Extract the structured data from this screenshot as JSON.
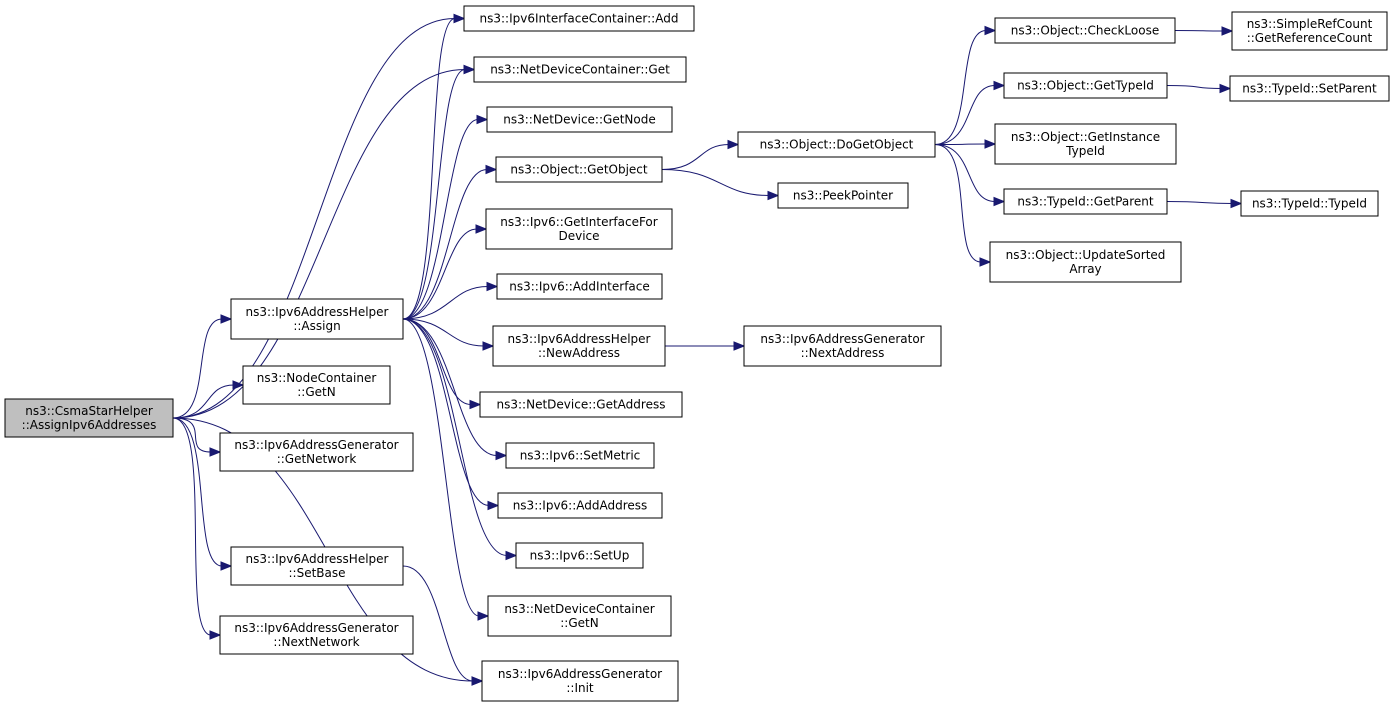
{
  "graph": {
    "colors": {
      "edge": "#191970",
      "root_fill": "#bfbfbf",
      "node_fill": "#ffffff",
      "node_stroke": "#000000"
    },
    "nodes": [
      {
        "id": "root",
        "lines": [
          "ns3::CsmaStarHelper",
          "::AssignIpv6Addresses"
        ],
        "root": true
      },
      {
        "id": "assign",
        "lines": [
          "ns3::Ipv6AddressHelper",
          "::Assign"
        ]
      },
      {
        "id": "nc_getn",
        "lines": [
          "ns3::NodeContainer",
          "::GetN"
        ]
      },
      {
        "id": "gen_getnetwork",
        "lines": [
          "ns3::Ipv6AddressGenerator",
          "::GetNetwork"
        ]
      },
      {
        "id": "setbase",
        "lines": [
          "ns3::Ipv6AddressHelper",
          "::SetBase"
        ]
      },
      {
        "id": "gen_nextnetwork",
        "lines": [
          "ns3::Ipv6AddressGenerator",
          "::NextNetwork"
        ]
      },
      {
        "id": "ic_add",
        "lines": [
          "ns3::Ipv6InterfaceContainer::Add"
        ]
      },
      {
        "id": "ndc_get",
        "lines": [
          "ns3::NetDeviceContainer::Get"
        ]
      },
      {
        "id": "nd_getnode",
        "lines": [
          "ns3::NetDevice::GetNode"
        ]
      },
      {
        "id": "obj_getobject",
        "lines": [
          "ns3::Object::GetObject"
        ]
      },
      {
        "id": "ipv6_getif",
        "lines": [
          "ns3::Ipv6::GetInterfaceFor",
          "Device"
        ]
      },
      {
        "id": "ipv6_addif",
        "lines": [
          "ns3::Ipv6::AddInterface"
        ]
      },
      {
        "id": "helper_newaddr",
        "lines": [
          "ns3::Ipv6AddressHelper",
          "::NewAddress"
        ]
      },
      {
        "id": "nd_getaddr",
        "lines": [
          "ns3::NetDevice::GetAddress"
        ]
      },
      {
        "id": "ipv6_setmetric",
        "lines": [
          "ns3::Ipv6::SetMetric"
        ]
      },
      {
        "id": "ipv6_addaddr",
        "lines": [
          "ns3::Ipv6::AddAddress"
        ]
      },
      {
        "id": "ipv6_setup",
        "lines": [
          "ns3::Ipv6::SetUp"
        ]
      },
      {
        "id": "ndc_getn",
        "lines": [
          "ns3::NetDeviceContainer",
          "::GetN"
        ]
      },
      {
        "id": "gen_init",
        "lines": [
          "ns3::Ipv6AddressGenerator",
          "::Init"
        ]
      },
      {
        "id": "gen_nextaddr",
        "lines": [
          "ns3::Ipv6AddressGenerator",
          "::NextAddress"
        ]
      },
      {
        "id": "obj_dogetobject",
        "lines": [
          "ns3::Object::DoGetObject"
        ]
      },
      {
        "id": "peekpointer",
        "lines": [
          "ns3::PeekPointer"
        ]
      },
      {
        "id": "obj_checkloose",
        "lines": [
          "ns3::Object::CheckLoose"
        ]
      },
      {
        "id": "obj_gettypeid",
        "lines": [
          "ns3::Object::GetTypeId"
        ]
      },
      {
        "id": "obj_getinstancetypeid",
        "lines": [
          "ns3::Object::GetInstance",
          "TypeId"
        ]
      },
      {
        "id": "typeid_getparent",
        "lines": [
          "ns3::TypeId::GetParent"
        ]
      },
      {
        "id": "obj_updatesorted",
        "lines": [
          "ns3::Object::UpdateSorted",
          "Array"
        ]
      },
      {
        "id": "srcount_getref",
        "lines": [
          "ns3::SimpleRefCount",
          "::GetReferenceCount"
        ]
      },
      {
        "id": "typeid_setparent",
        "lines": [
          "ns3::TypeId::SetParent"
        ]
      },
      {
        "id": "typeid_typeid",
        "lines": [
          "ns3::TypeId::TypeId"
        ]
      }
    ],
    "edges": [
      [
        "root",
        "ic_add"
      ],
      [
        "root",
        "ndc_get"
      ],
      [
        "root",
        "assign"
      ],
      [
        "root",
        "nc_getn"
      ],
      [
        "root",
        "gen_getnetwork"
      ],
      [
        "root",
        "setbase"
      ],
      [
        "root",
        "gen_nextnetwork"
      ],
      [
        "root",
        "gen_init"
      ],
      [
        "assign",
        "ic_add"
      ],
      [
        "assign",
        "ndc_get"
      ],
      [
        "assign",
        "nd_getnode"
      ],
      [
        "assign",
        "obj_getobject"
      ],
      [
        "assign",
        "ipv6_getif"
      ],
      [
        "assign",
        "ipv6_addif"
      ],
      [
        "assign",
        "helper_newaddr"
      ],
      [
        "assign",
        "nd_getaddr"
      ],
      [
        "assign",
        "ipv6_setmetric"
      ],
      [
        "assign",
        "ipv6_addaddr"
      ],
      [
        "assign",
        "ipv6_setup"
      ],
      [
        "assign",
        "ndc_getn"
      ],
      [
        "setbase",
        "gen_init"
      ],
      [
        "obj_getobject",
        "obj_dogetobject"
      ],
      [
        "obj_getobject",
        "peekpointer"
      ],
      [
        "helper_newaddr",
        "gen_nextaddr"
      ],
      [
        "obj_dogetobject",
        "obj_checkloose"
      ],
      [
        "obj_dogetobject",
        "obj_gettypeid"
      ],
      [
        "obj_dogetobject",
        "obj_getinstancetypeid"
      ],
      [
        "obj_dogetobject",
        "typeid_getparent"
      ],
      [
        "obj_dogetobject",
        "obj_updatesorted"
      ],
      [
        "obj_checkloose",
        "srcount_getref"
      ],
      [
        "obj_gettypeid",
        "typeid_setparent"
      ],
      [
        "typeid_getparent",
        "typeid_typeid"
      ]
    ]
  }
}
